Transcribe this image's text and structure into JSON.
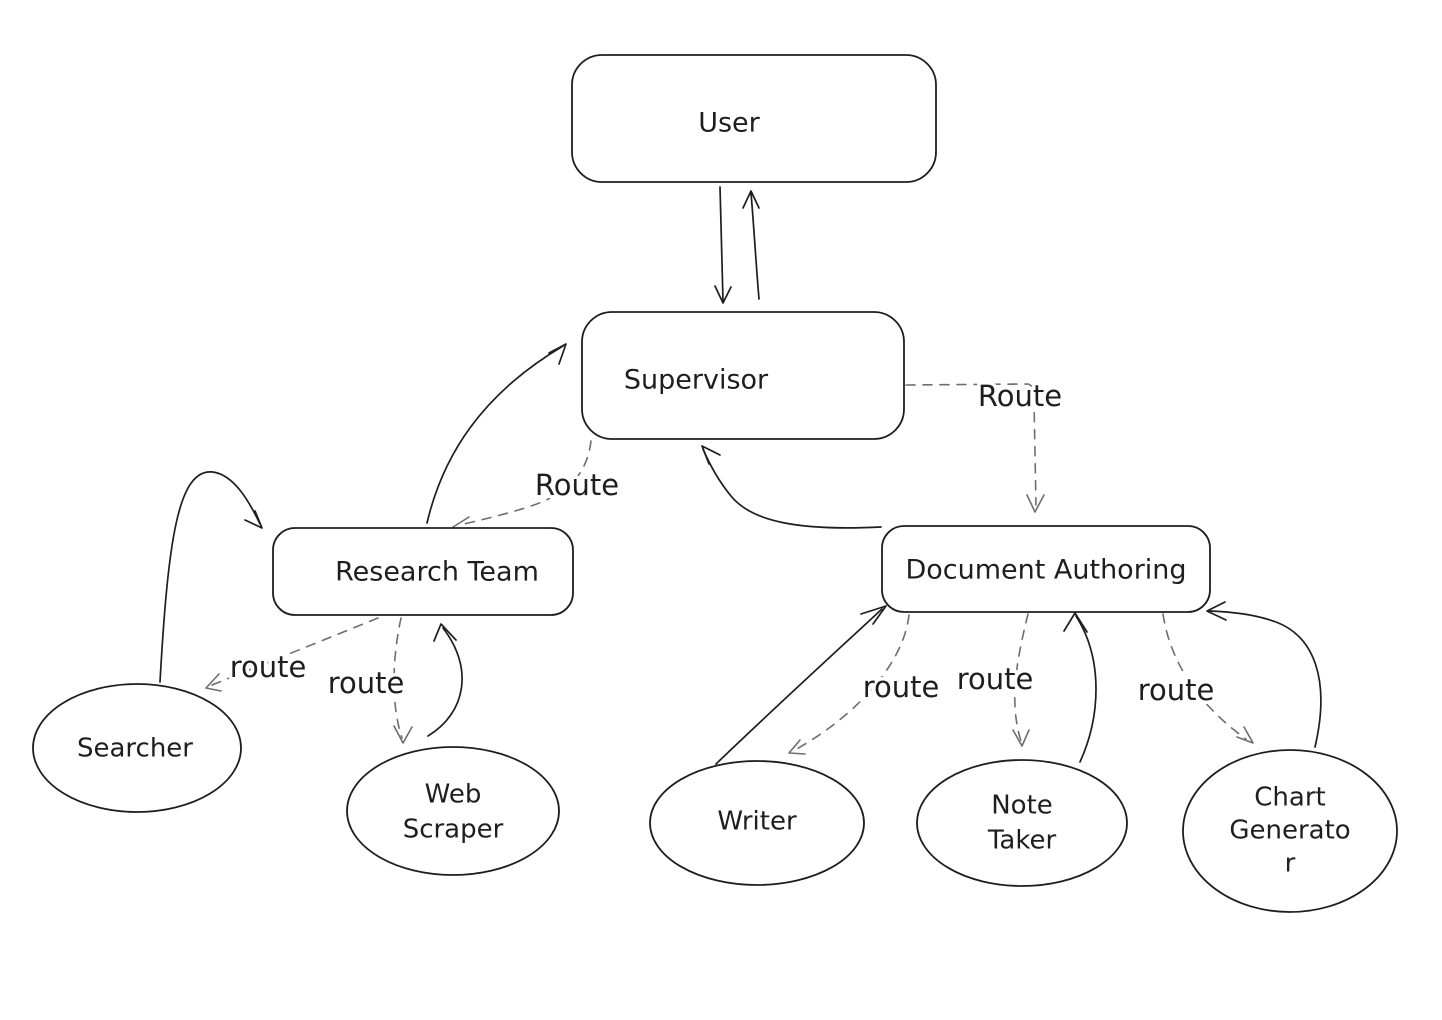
{
  "diagram": {
    "background_color": "#ffffff",
    "stroke_color": "#1e1e1e",
    "dashed_edge_color": "#6e6e6e",
    "nodes": {
      "user": {
        "label": "User"
      },
      "supervisor": {
        "label": "Supervisor"
      },
      "research_team": {
        "label": "Research Team"
      },
      "document_authoring": {
        "label": "Document Authoring"
      },
      "searcher": {
        "label": "Searcher"
      },
      "web_scraper": {
        "lines": [
          "Web",
          "Scraper"
        ]
      },
      "writer": {
        "label": "Writer"
      },
      "note_taker": {
        "lines": [
          "Note",
          "Taker"
        ]
      },
      "chart_generator": {
        "lines": [
          "Chart",
          "Generato",
          "r"
        ]
      }
    },
    "edge_labels": {
      "supervisor_to_research_team": "Route",
      "supervisor_to_document_authoring": "Route",
      "research_team_to_searcher": "route",
      "research_team_to_web_scraper": "route",
      "document_authoring_to_writer": "route",
      "document_authoring_to_note_taker": "route",
      "document_authoring_to_chart_generator": "route"
    }
  }
}
